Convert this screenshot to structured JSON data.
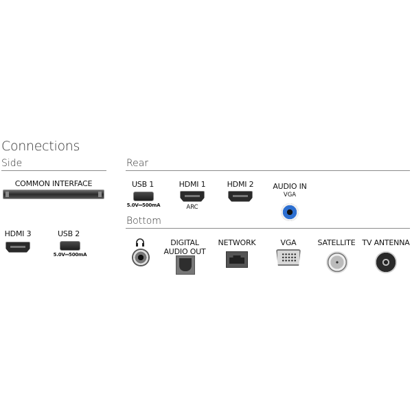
{
  "title": "Connections",
  "sections": {
    "side": {
      "label": "Side",
      "common_interface": {
        "label": "COMMON INTERFACE",
        "icon": "ci-slot-icon"
      },
      "hdmi3": {
        "label": "HDMI 3",
        "icon": "hdmi-port-icon"
      },
      "usb2": {
        "label": "USB 2",
        "spec": "5.0V⎓500mA",
        "icon": "usb-port-icon"
      }
    },
    "rear": {
      "label": "Rear",
      "usb1": {
        "label": "USB 1",
        "spec": "5.0V⎓500mA",
        "icon": "usb-port-icon"
      },
      "hdmi1": {
        "label": "HDMI 1",
        "sub": "ARC",
        "icon": "hdmi-port-icon"
      },
      "hdmi2": {
        "label": "HDMI 2",
        "icon": "hdmi-port-icon"
      },
      "audio_in": {
        "label": "AUDIO IN",
        "sub": "VGA",
        "icon": "audio-jack-icon",
        "accent": "#2d6fd0"
      }
    },
    "bottom": {
      "label": "Bottom",
      "headphone": {
        "icon": "headphone-icon"
      },
      "digital_audio_out": {
        "label_line1": "DIGITAL",
        "label_line2": "AUDIO OUT",
        "icon": "optical-port-icon"
      },
      "network": {
        "label": "NETWORK",
        "icon": "ethernet-port-icon"
      },
      "vga": {
        "label": "VGA",
        "icon": "vga-port-icon"
      },
      "satellite": {
        "label": "SATELLITE",
        "icon": "satellite-coax-icon"
      },
      "tv_antenna": {
        "label": "TV ANTENNA",
        "icon": "antenna-coax-icon"
      }
    }
  }
}
